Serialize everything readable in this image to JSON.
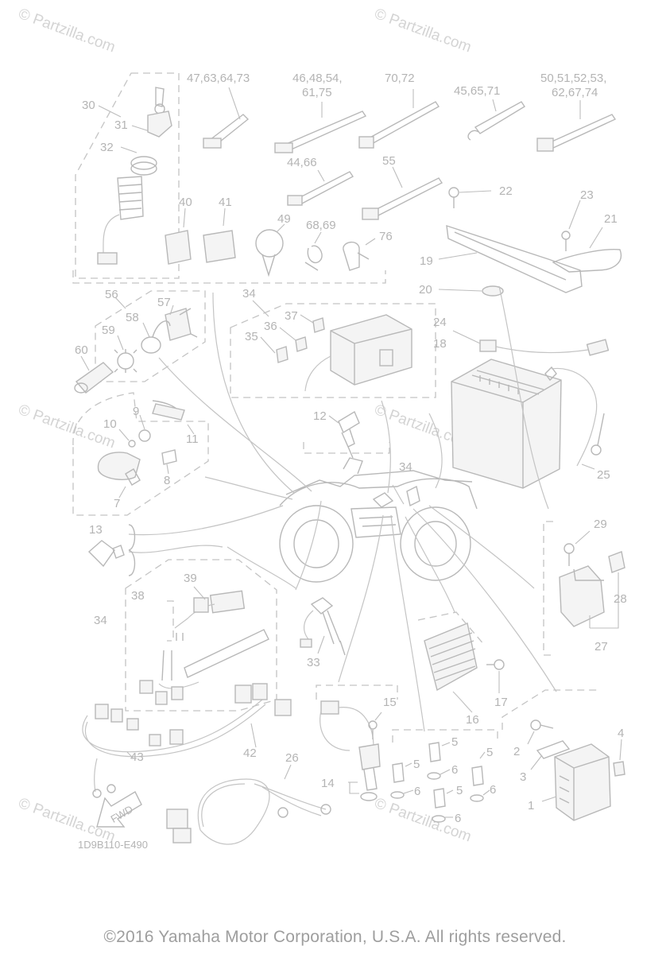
{
  "watermark": "© Partzilla.com",
  "diagram_code": "1D9B110-E490",
  "fwd_label": "FWD",
  "copyright": "©2016 Yamaha Motor Corporation, U.S.A. All rights reserved.",
  "part_labels": {
    "p1": "1",
    "p2": "2",
    "p3": "3",
    "p4": "4",
    "p5a": "5",
    "p5b": "5",
    "p5c": "5",
    "p5d": "5",
    "p6a": "6",
    "p6b": "6",
    "p6c": "6",
    "p6d": "6",
    "p7": "7",
    "p8": "8",
    "p9": "9",
    "p10": "10",
    "p11": "11",
    "p12": "12",
    "p13": "13",
    "p14": "14",
    "p15": "15",
    "p16": "16",
    "p17": "17",
    "p18": "18",
    "p19": "19",
    "p20": "20",
    "p21": "21",
    "p22": "22",
    "p23": "23",
    "p24": "24",
    "p25": "25",
    "p26": "26",
    "p27": "27",
    "p28": "28",
    "p29": "29",
    "p30": "30",
    "p31": "31",
    "p32": "32",
    "p33": "33",
    "p34a": "34",
    "p34b": "34",
    "p34c": "34",
    "p35": "35",
    "p36": "36",
    "p37": "37",
    "p38": "38",
    "p39": "39",
    "p40": "40",
    "p41": "41",
    "p42": "42",
    "p43": "43",
    "p49": "49",
    "p55": "55",
    "p56": "56",
    "p57": "57",
    "p58": "58",
    "p59": "59",
    "p60": "60",
    "p68_69": "68,69",
    "p76": "76",
    "p44_66": "44,66",
    "g47": "47,63,64,73",
    "g46a": "46,48,54,",
    "g46b": "61,75",
    "g70": "70,72",
    "g45": "45,65,71",
    "g50a": "50,51,52,53,",
    "g50b": "62,67,74"
  }
}
